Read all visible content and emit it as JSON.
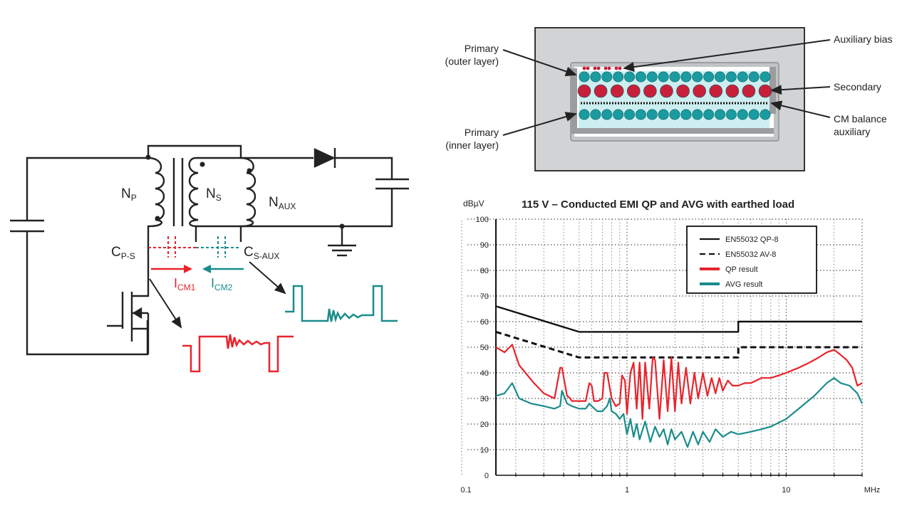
{
  "circuit": {
    "labels": {
      "np": "N",
      "np_sub": "P",
      "ns": "N",
      "ns_sub": "S",
      "naux": "N",
      "naux_sub": "AUX",
      "cps": "C",
      "cps_sub": "P-S",
      "csaux": "C",
      "csaux_sub": "S-AUX",
      "icm1": "I",
      "icm1_sub": "CM1",
      "icm2": "I",
      "icm2_sub": "CM2"
    },
    "colors": {
      "wire": "#222222",
      "red": "#e8242c",
      "teal": "#1b8c8c"
    }
  },
  "winding": {
    "labels": {
      "primary_outer": [
        "Primary",
        "(outer layer)"
      ],
      "primary_inner": [
        "Primary",
        "(inner layer)"
      ],
      "aux_bias": "Auxiliary bias",
      "secondary": "Secondary",
      "cm_balance": [
        "CM balance",
        "auxiliary"
      ]
    },
    "rows": {
      "primary_outer_count": 17,
      "secondary_count": 12,
      "primary_inner_count": 17,
      "aux_bias_pairs": 4
    },
    "colors": {
      "background": "#d2d3d5",
      "teal": "#1a9ba0",
      "red": "#c8203a",
      "bobbin": "#9b9c9e"
    }
  },
  "chart_data": {
    "type": "line",
    "title": "115 V – Conducted EMI QP and AVG with earthed load",
    "ylabel": "dBµV",
    "xlabel": "MHz",
    "xscale": "log",
    "xlim": [
      0.15,
      30
    ],
    "ylim": [
      0,
      100
    ],
    "grid": true,
    "legend_position": "top-right",
    "x_tick_labels": [
      "0.1",
      "1",
      "10",
      "MHz"
    ],
    "x_ticks": [
      0.15,
      1,
      10,
      30
    ],
    "y_ticks": [
      0,
      10,
      20,
      30,
      40,
      50,
      60,
      70,
      80,
      90,
      100
    ],
    "series": [
      {
        "name": "EN55032 QP-8",
        "style": "solid",
        "color": "#111111",
        "x": [
          0.15,
          0.5,
          0.5,
          5,
          5,
          30
        ],
        "y": [
          66,
          56,
          56,
          56,
          60,
          60
        ]
      },
      {
        "name": "EN55032 AV-8",
        "style": "dashed",
        "color": "#111111",
        "x": [
          0.15,
          0.5,
          0.5,
          5,
          5,
          30
        ],
        "y": [
          56,
          46,
          46,
          46,
          50,
          50
        ]
      },
      {
        "name": "QP result",
        "style": "solid",
        "color": "#e8242c",
        "x": [
          0.15,
          0.17,
          0.19,
          0.21,
          0.23,
          0.26,
          0.3,
          0.35,
          0.38,
          0.39,
          0.42,
          0.44,
          0.45,
          0.5,
          0.55,
          0.58,
          0.6,
          0.62,
          0.66,
          0.7,
          0.72,
          0.75,
          0.8,
          0.85,
          0.9,
          0.93,
          0.97,
          1.0,
          1.05,
          1.1,
          1.15,
          1.2,
          1.25,
          1.3,
          1.38,
          1.45,
          1.5,
          1.6,
          1.7,
          1.8,
          1.9,
          2.0,
          2.1,
          2.2,
          2.35,
          2.5,
          2.65,
          2.8,
          3.0,
          3.2,
          3.4,
          3.6,
          3.8,
          4.0,
          4.3,
          4.6,
          5.0,
          5.5,
          6.0,
          7.0,
          8.0,
          9.0,
          10,
          12,
          14,
          16,
          18,
          20,
          22,
          24,
          26,
          28,
          30
        ],
        "y": [
          50,
          48,
          51,
          43,
          40,
          36,
          32,
          30,
          42,
          42,
          31,
          30,
          29,
          29,
          29,
          36,
          35,
          29,
          29,
          30,
          40,
          40,
          30,
          27,
          28,
          39,
          37,
          24,
          40,
          44,
          26,
          44,
          22,
          44,
          26,
          46,
          45,
          22,
          45,
          25,
          46,
          25,
          44,
          28,
          42,
          28,
          40,
          30,
          40,
          31,
          38,
          32,
          38,
          33,
          37,
          35,
          35,
          36,
          36,
          38,
          38,
          39,
          40,
          42,
          44,
          46,
          48,
          49,
          47,
          45,
          42,
          35,
          36
        ]
      },
      {
        "name": "AVG result",
        "style": "solid",
        "color": "#1b8c8c",
        "x": [
          0.15,
          0.17,
          0.19,
          0.21,
          0.25,
          0.3,
          0.35,
          0.38,
          0.39,
          0.42,
          0.45,
          0.5,
          0.55,
          0.58,
          0.6,
          0.65,
          0.7,
          0.75,
          0.78,
          0.8,
          0.85,
          0.9,
          0.95,
          1.0,
          1.05,
          1.1,
          1.15,
          1.2,
          1.3,
          1.4,
          1.5,
          1.6,
          1.7,
          1.8,
          1.9,
          2.0,
          2.2,
          2.4,
          2.6,
          2.8,
          3.0,
          3.3,
          3.6,
          4.0,
          4.5,
          5.0,
          6.0,
          7.0,
          8.0,
          10,
          12,
          15,
          18,
          20,
          22,
          25,
          28,
          30
        ],
        "y": [
          31,
          32,
          36,
          30,
          28,
          27,
          26,
          27,
          33,
          28,
          27,
          26,
          26,
          28,
          27,
          25,
          25,
          27,
          30,
          25,
          24,
          22,
          24,
          16,
          22,
          15,
          20,
          14,
          21,
          13,
          19,
          15,
          18,
          12,
          18,
          14,
          17,
          11,
          17,
          12,
          17,
          13,
          18,
          15,
          17,
          16,
          17,
          18,
          19,
          22,
          26,
          31,
          36,
          38,
          36,
          35,
          32,
          28
        ]
      }
    ]
  }
}
